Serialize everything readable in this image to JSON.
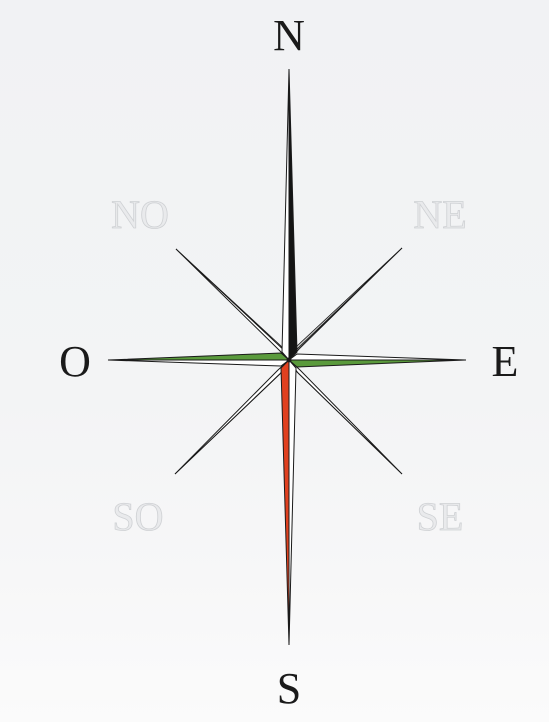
{
  "compass": {
    "labels": {
      "north": "N",
      "south": "S",
      "east": "E",
      "west": "O",
      "northwest": "NO",
      "northeast": "NE",
      "southwest": "SO",
      "southeast": "SE"
    },
    "colors": {
      "north_arm": "#141414",
      "south_arm": "#e0401f",
      "west_arm": "#5a9a3c",
      "east_arm": "#5a9a3c",
      "outline": "#1a1a1a",
      "background": "#f3f4f5"
    }
  }
}
